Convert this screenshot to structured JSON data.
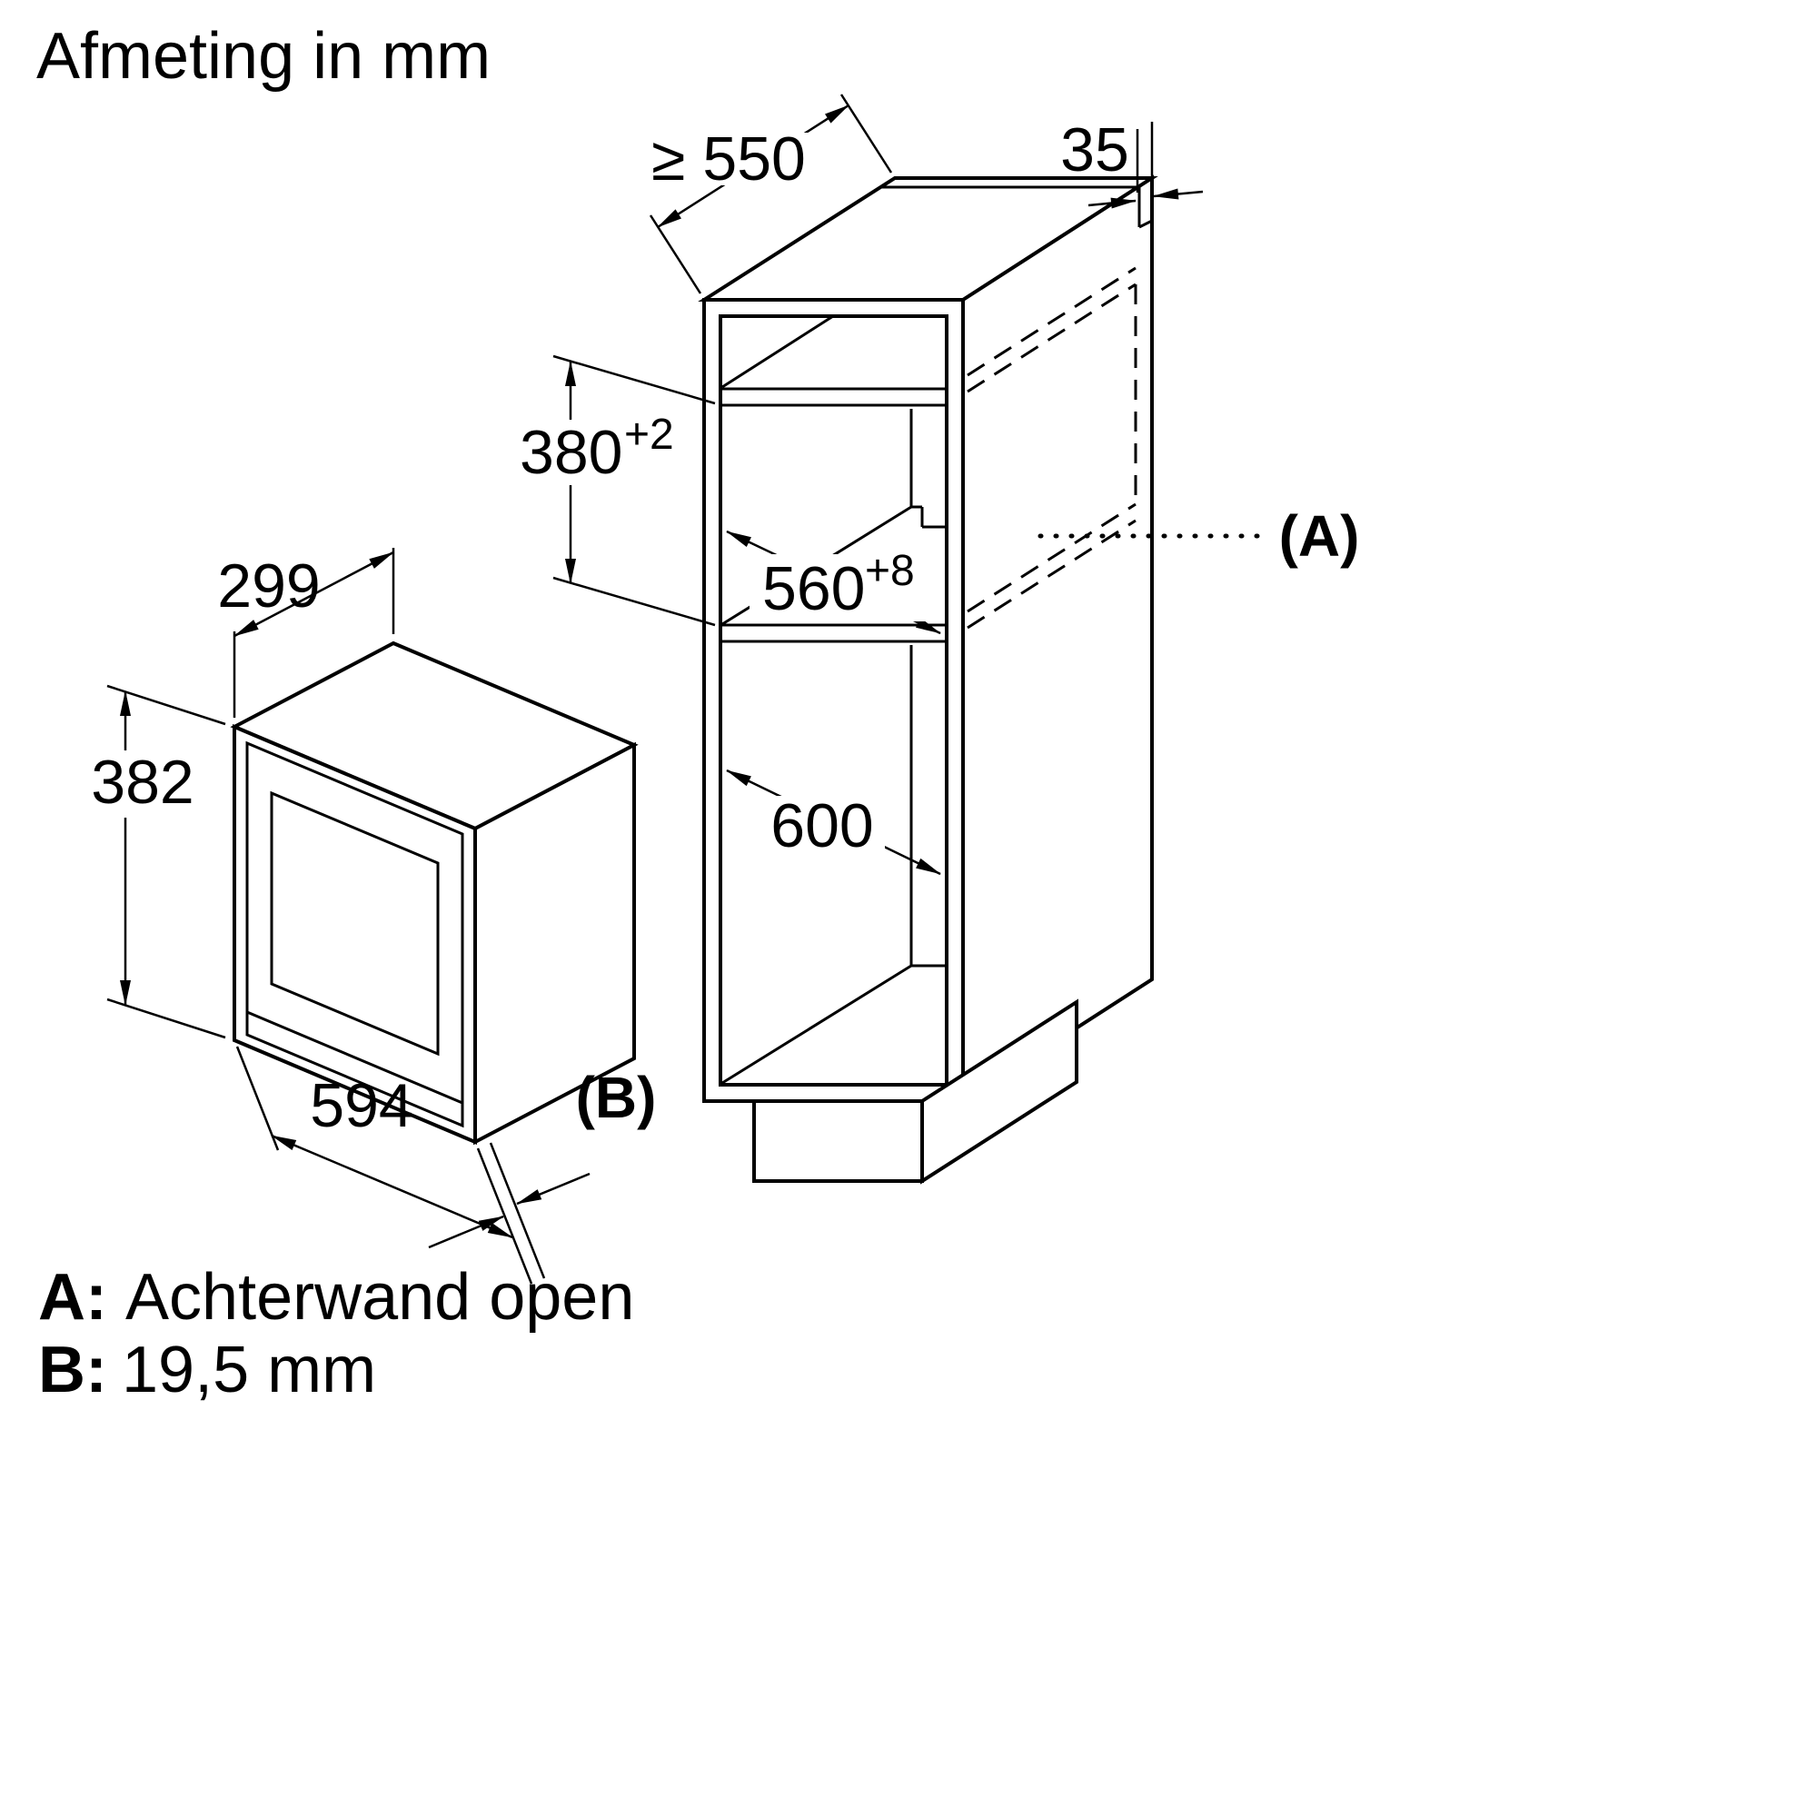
{
  "title": "Afmeting in mm",
  "diagram": {
    "cabinet": {
      "dim_depth_min": "≥ 550",
      "dim_rear_gap": "35",
      "dim_niche_height": "380",
      "dim_niche_height_tol": "+2",
      "dim_niche_width": "560",
      "dim_niche_width_tol": "+8",
      "dim_lower_niche": "600",
      "label_rear": "(A)"
    },
    "microwave": {
      "dim_depth": "299",
      "dim_height": "382",
      "dim_width": "594",
      "label_door": "(B)"
    }
  },
  "legend": {
    "a_key": "A:",
    "a_text": "Achterwand open",
    "b_key": "B:",
    "b_text": "19,5 mm"
  },
  "colors": {
    "line": "#000000",
    "background": "#ffffff"
  }
}
